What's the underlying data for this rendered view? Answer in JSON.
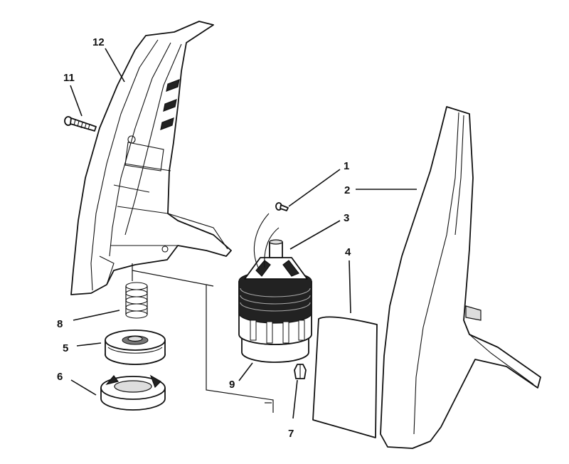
{
  "callouts": [
    {
      "label": "1"
    },
    {
      "label": "2"
    },
    {
      "label": "3"
    },
    {
      "label": "4"
    },
    {
      "label": "5"
    },
    {
      "label": "6"
    },
    {
      "label": "7"
    },
    {
      "label": "8"
    },
    {
      "label": "9"
    },
    {
      "label": "11"
    },
    {
      "label": "12"
    }
  ]
}
